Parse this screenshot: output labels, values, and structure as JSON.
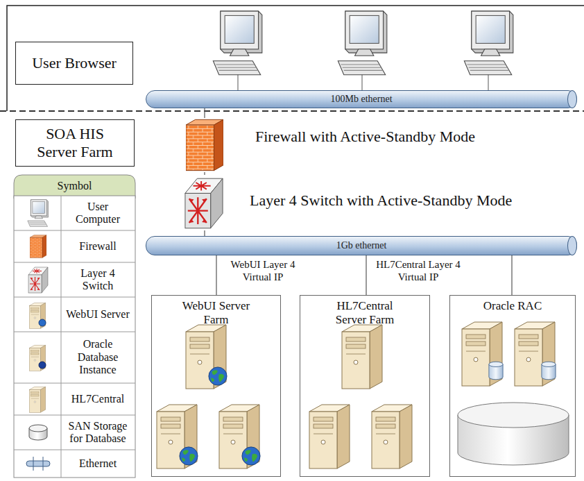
{
  "diagram": {
    "nodes": [
      {
        "text": [
          "User Browser"
        ]
      },
      {
        "text": [
          "100Mb ethernet"
        ]
      },
      {
        "text": [
          "SOA HIS Server Farm"
        ]
      },
      {
        "text": [
          "Firewall with Active-Standby Mode"
        ]
      },
      {
        "text": [
          "Layer 4 Switch with Active-Standby Mode"
        ]
      },
      {
        "text": [
          "1Gb ethernet"
        ]
      },
      {
        "text": [
          "WebUI Server Farm"
        ]
      },
      {
        "text": [
          "HL7Central Server Farm"
        ]
      },
      {
        "text": [
          "Oracle RAC"
        ]
      }
    ],
    "edges": [
      {
        "from": 1,
        "to": 3,
        "arrow": "none"
      },
      {
        "from": 3,
        "to": 4,
        "arrow": "none"
      },
      {
        "from": 4,
        "to": 5,
        "arrow": "none"
      },
      {
        "from": 5,
        "to": 6,
        "arrow": "none",
        "label": "WebUI Layer 4 Virtual IP"
      },
      {
        "from": 5,
        "to": 7,
        "arrow": "none",
        "label": "HL7Central Layer 4 Virtual IP"
      },
      {
        "from": 5,
        "to": 8,
        "arrow": "none"
      }
    ],
    "labels": [
      "Symbol"
    ],
    "legend": [
      {
        "text": "User Computer"
      },
      {
        "text": "Firewall"
      },
      {
        "text": "Layer 4 Switch"
      },
      {
        "text": "WebUI Server"
      },
      {
        "text": "Oracle Database Instance"
      },
      {
        "text": "HL7Central"
      },
      {
        "text": "SAN Storage for Database"
      },
      {
        "text": "Ethernet"
      }
    ]
  }
}
